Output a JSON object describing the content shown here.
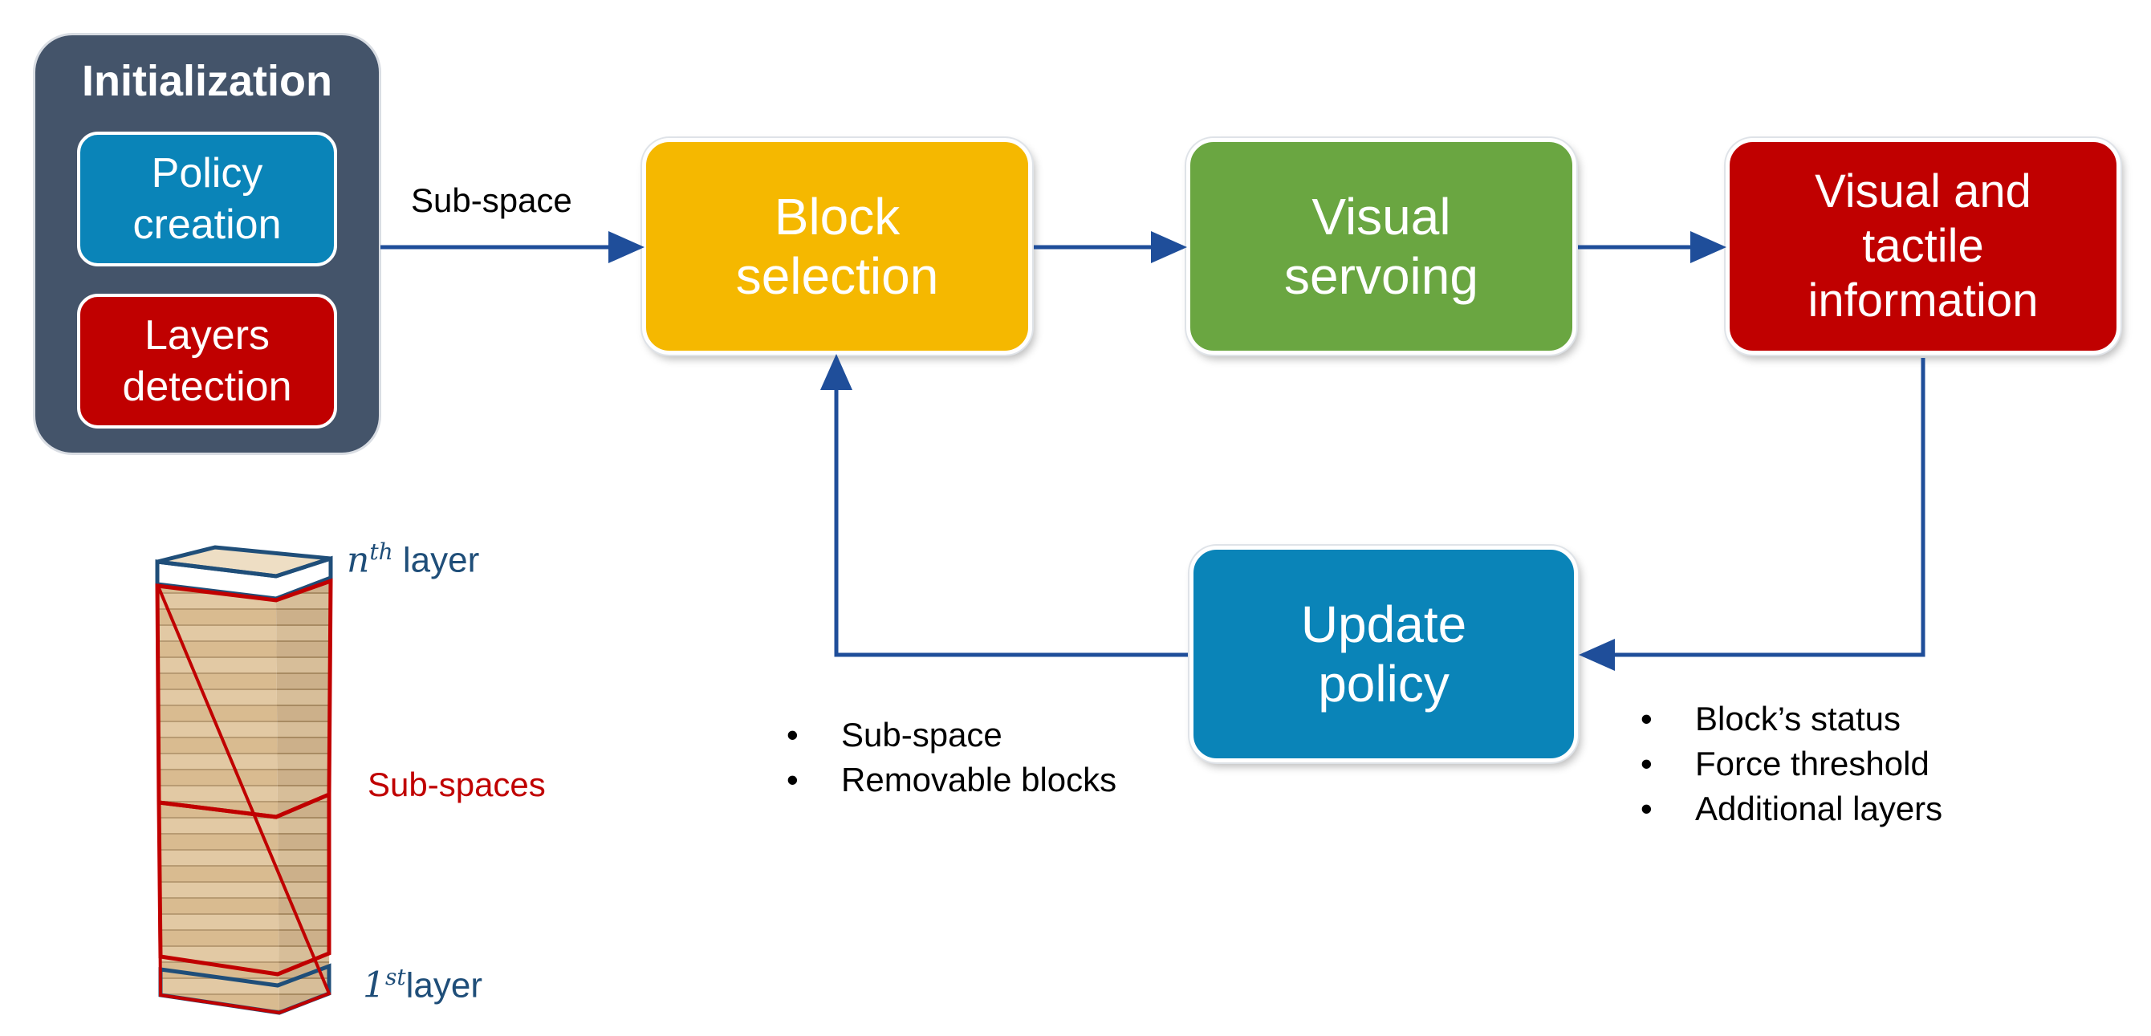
{
  "initialization": {
    "title": "Initialization",
    "policy_creation": "Policy creation",
    "layers_detection": "Layers detection"
  },
  "nodes": {
    "block_selection": "Block selection",
    "visual_servoing": "Visual servoing",
    "visual_tactile": "Visual and tactile information",
    "update_policy": "Update policy"
  },
  "labels": {
    "subspace_edge": "Sub-space"
  },
  "bullets_left": [
    "Sub-space",
    "Removable blocks"
  ],
  "bullets_right": [
    "Block’s status",
    "Force threshold",
    "Additional layers"
  ],
  "tower": {
    "nth_math": "n",
    "nth_sup": "th",
    "nth_word": " layer",
    "sub_spaces": "Sub-spaces",
    "first_math": "1",
    "first_sup": "st",
    "first_word": "layer"
  },
  "colors": {
    "panel": "#44546a",
    "blue": "#0a84b8",
    "red": "#c00000",
    "yellow": "#f5b800",
    "green": "#6aa641",
    "arrow": "#1f4e9a"
  }
}
